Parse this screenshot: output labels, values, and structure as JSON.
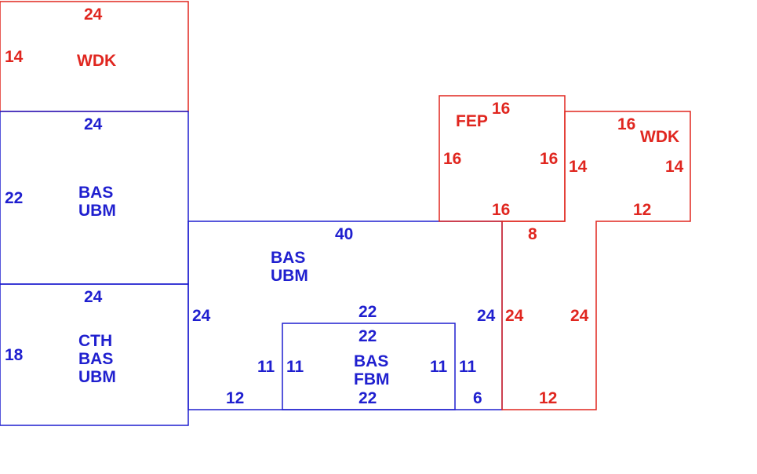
{
  "colors": {
    "deck": "#e0261f",
    "living": "#1f1fcf",
    "background": "#ffffff"
  },
  "areas": {
    "wdk_top": "WDK",
    "bas_ubm_left": [
      "BAS",
      "UBM"
    ],
    "cth_bas_ubm": [
      "CTH",
      "BAS",
      "UBM"
    ],
    "bas_ubm_center": [
      "BAS",
      "UBM"
    ],
    "bas_fbm": [
      "BAS",
      "FBM"
    ],
    "fep": "FEP",
    "wdk_right": "WDK"
  },
  "dims": {
    "wdk_top_top": "24",
    "wdk_top_left": "14",
    "bas_left_top": "24",
    "bas_left_left": "22",
    "cth_top": "24",
    "cth_left": "18",
    "center_top": "40",
    "center_left": "24",
    "center_right": "24",
    "center_bottom_left": "12",
    "center_bottom_right": "6",
    "fbm_top_outer": "22",
    "fbm_top_inner": "22",
    "fbm_bottom": "22",
    "fbm_left_outer": "11",
    "fbm_left_inner": "11",
    "fbm_right_inner": "11",
    "fbm_right_outer": "11",
    "fep_top": "16",
    "fep_left": "16",
    "fep_right": "16",
    "fep_bottom": "16",
    "wdk_right_top": "16",
    "wdk_right_left": "14",
    "wdk_right_right": "14",
    "wdk_right_bottom": "12",
    "deck_strip_top": "8",
    "deck_strip_left": "24",
    "deck_strip_right": "24",
    "deck_strip_bottom": "12"
  }
}
